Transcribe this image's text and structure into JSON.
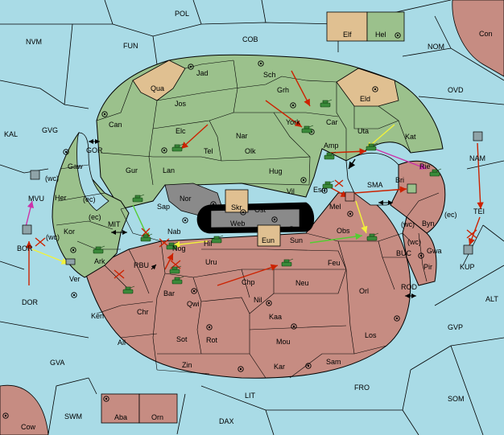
{
  "colors": {
    "sea": "#a9dbe6",
    "green": "#9bc18c",
    "red": "#c68c82",
    "tan": "#e0c091",
    "gray": "#8a8a8a",
    "black": "#000000"
  },
  "sea_labels": {
    "POL": "POL",
    "FUN": "FUN",
    "COB": "COB",
    "NVM": "NVM",
    "NOM": "NOM",
    "Con": "Con",
    "OVD": "OVD",
    "KAL": "KAL",
    "GVG": "GVG",
    "GOR": "GOR",
    "MIT": "MIT",
    "RBU": "RBU",
    "DOR": "DOR",
    "GVA": "GVA",
    "SWM": "SWM",
    "Cow": "Cow",
    "LIT": "LIT",
    "DAX": "DAX",
    "FRO": "FRO",
    "SOM": "SOM",
    "GVP": "GVP",
    "ALT": "ALT",
    "ROD": "ROD",
    "BUC": "BUC",
    "SMA": "SMA",
    "KUP": "KUP",
    "TEI": "TEI",
    "NAM": "NAM",
    "BOR": "BOR",
    "MVU": "MVU"
  },
  "land_labels": {
    "Jad": "Jad",
    "Sch": "Sch",
    "Qua": "Qua",
    "Jos": "Jos",
    "Grh": "Grh",
    "Eld": "Eld",
    "Can": "Can",
    "Car": "Car",
    "York": "York",
    "Elc": "Elc",
    "Nar": "Nar",
    "Uta": "Uta",
    "Kat": "Kat",
    "Tel": "Tel",
    "Olk": "Olk",
    "Amp": "Amp",
    "Gaw": "Gaw",
    "Gur": "Gur",
    "Hug": "Hug",
    "Bri": "Bri",
    "Rie": "Rie",
    "Lan": "Lan",
    "Esm": "Esm",
    "Vil": "Vil",
    "Her": "Her",
    "Nor": "Nor",
    "Skr": "Skr",
    "Mel": "Mel",
    "Sap": "Sap",
    "Ost": "Ost",
    "Web": "Web",
    "Byn": "Byn",
    "Kor": "Kor",
    "Nab": "Nab",
    "Eun": "Eun",
    "Obs": "Obs",
    "Sun": "Sun",
    "Hil": "Hil",
    "Gwa": "Gwa",
    "Ark": "Ark",
    "Nog": "Nog",
    "Uru": "Uru",
    "Feu": "Feu",
    "Pir": "Pir",
    "Ver": "Ver",
    "Chp": "Chp",
    "Neu": "Neu",
    "Bar": "Bar",
    "Qwi": "Qwi",
    "Orl": "Orl",
    "Nil": "Nil",
    "Ken": "Ken",
    "Chr": "Chr",
    "Kaa": "Kaa",
    "Los": "Los",
    "Ail": "Ail",
    "Sot": "Sot",
    "Rot": "Rot",
    "Mou": "Mou",
    "Zin": "Zin",
    "Kar": "Kar",
    "Sam": "Sam",
    "Aba": "Aba",
    "Orn": "Orn",
    "Elf": "Elf",
    "Hel": "Hel"
  },
  "coast_tags": [
    "(wc)",
    "(ec)",
    "(ec)",
    "(wc)",
    "(wc)",
    "(ec)",
    "(wc)"
  ]
}
